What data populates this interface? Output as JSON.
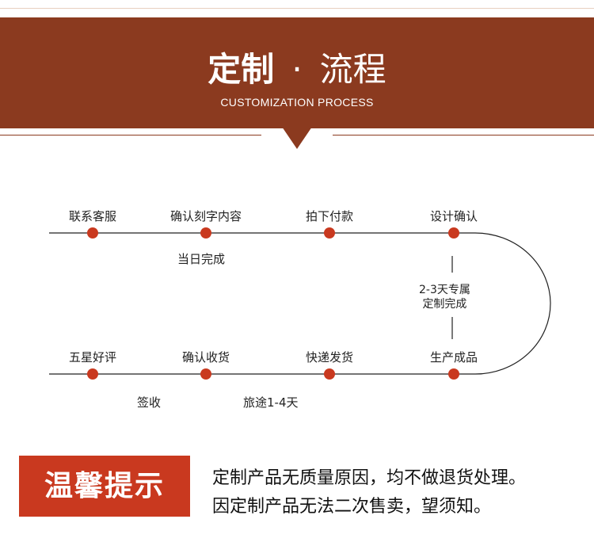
{
  "header": {
    "title_strong": "定制",
    "title_dot": "·",
    "title_light": "流程",
    "subtitle": "CUSTOMIZATION  PROCESS"
  },
  "process": {
    "top_steps": [
      "联系客服",
      "确认刻字内容",
      "拍下付款",
      "设计确认"
    ],
    "bottom_steps": [
      "五星好评",
      "确认收货",
      "快递发货",
      "生产成品"
    ],
    "notes": {
      "same_day": "当日完成",
      "custom_line1": "2-3天专属",
      "custom_line2": "定制完成",
      "sign": "签收",
      "transit": "旅途1-4天"
    },
    "accent_color": "#c9391f"
  },
  "tips": {
    "label": "温馨提示",
    "line1": "定制产品无质量原因，均不做退货处理。",
    "line2": "因定制产品无法二次售卖，望须知。"
  },
  "colors": {
    "banner": "#8b3a1f",
    "dot": "#c9391f"
  }
}
